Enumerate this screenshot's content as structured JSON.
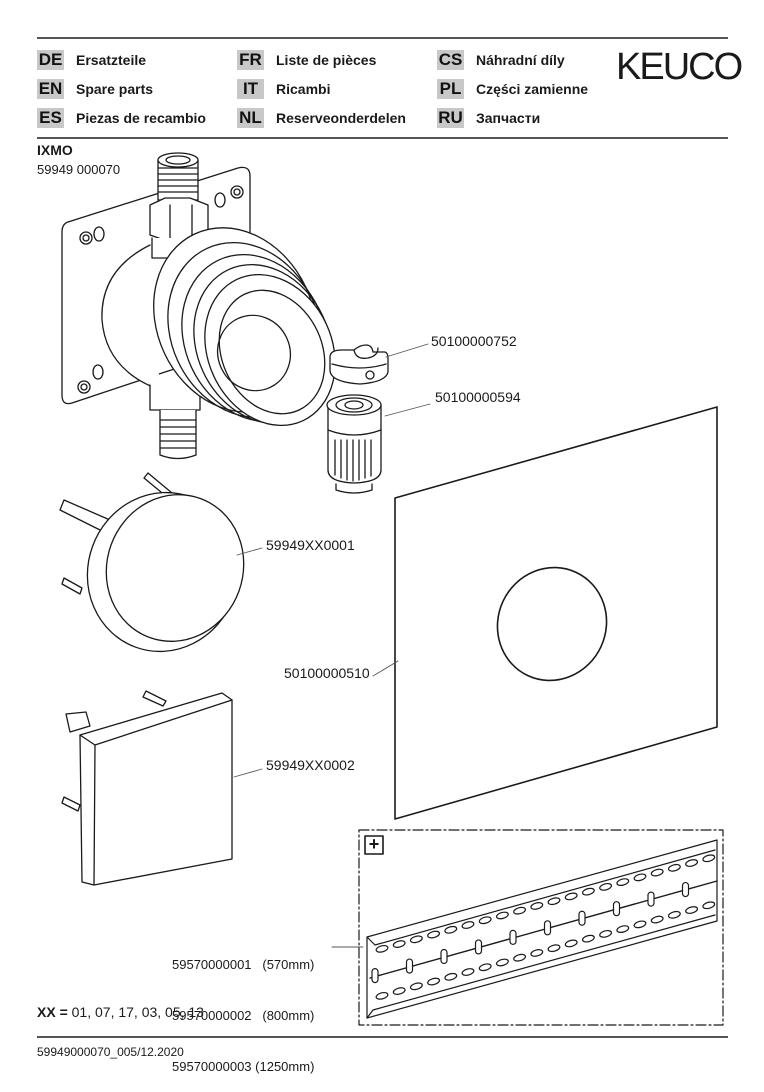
{
  "header": {
    "languages": [
      {
        "code": "DE",
        "label": "Ersatzteile"
      },
      {
        "code": "EN",
        "label": "Spare parts"
      },
      {
        "code": "ES",
        "label": "Piezas de recambio"
      },
      {
        "code": "FR",
        "label": "Liste de pièces"
      },
      {
        "code": "IT",
        "label": "Ricambi"
      },
      {
        "code": "NL",
        "label": "Reserveonderdelen"
      },
      {
        "code": "CS",
        "label": "Náhradní díly"
      },
      {
        "code": "PL",
        "label": "Części zamienne"
      },
      {
        "code": "RU",
        "label": "Запчасти"
      }
    ],
    "brand": "KEUCO"
  },
  "product": {
    "name": "IXMO",
    "number": "59949 000070"
  },
  "parts": [
    {
      "number": "50100000752",
      "description_icon": "clip-ring"
    },
    {
      "number": "50100000594",
      "description_icon": "cartridge"
    },
    {
      "number": "59949XX0001",
      "description_icon": "round-cover"
    },
    {
      "number": "50100000510",
      "description_icon": "seal-plate"
    },
    {
      "number": "59949XX0002",
      "description_icon": "square-cover"
    }
  ],
  "rails": [
    {
      "number": "59570000001",
      "length": "(570mm)"
    },
    {
      "number": "59570000002",
      "length": "(800mm)"
    },
    {
      "number": "59570000003",
      "length": "(1250mm)"
    }
  ],
  "accessory_badge": "+",
  "variants": {
    "label": "XX =",
    "values": "01, 07, 17, 03, 05, 13"
  },
  "footer": {
    "doc_id": "59949000070_005/12.2020"
  }
}
